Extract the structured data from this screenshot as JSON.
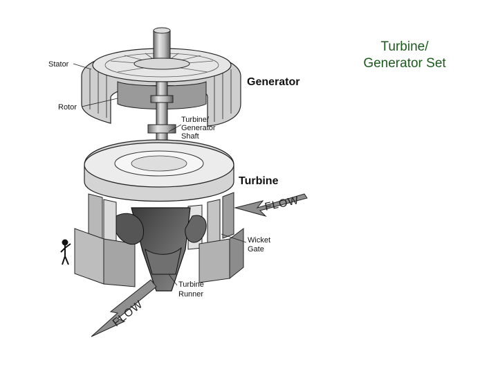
{
  "slide": {
    "title_line1": "Turbine/",
    "title_line2": "Generator Set"
  },
  "diagram": {
    "labels": {
      "stator": "Stator",
      "rotor": "Rotor",
      "generator": "Generator",
      "shaft_line1": "Turbine/",
      "shaft_line2": "Generator",
      "shaft_line3": "Shaft",
      "turbine": "Turbine",
      "flow_in": "FLOW",
      "wicket_line1": "Wicket",
      "wicket_line2": "Gate",
      "runner_line1": "Turbine",
      "runner_line2": "Runner",
      "flow_out": "FLOW"
    }
  }
}
